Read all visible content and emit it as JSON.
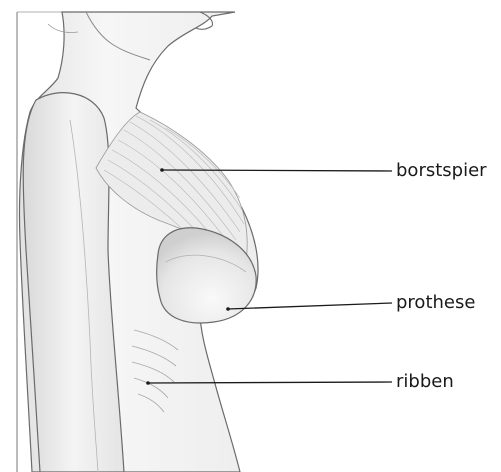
{
  "figure": {
    "subject": "anatomical-illustration-torso-side-view",
    "labels": [
      {
        "id": "borstspier",
        "text": "borstspier"
      },
      {
        "id": "prothese",
        "text": "prothese"
      },
      {
        "id": "ribben",
        "text": "ribben"
      }
    ]
  },
  "colors": {
    "background": "#ffffff",
    "skin": "#f4f4f4",
    "outline": "#555555",
    "shade": "#cfcfcf",
    "leader_line": "#1a1a1a",
    "text": "#1a1a1a"
  }
}
